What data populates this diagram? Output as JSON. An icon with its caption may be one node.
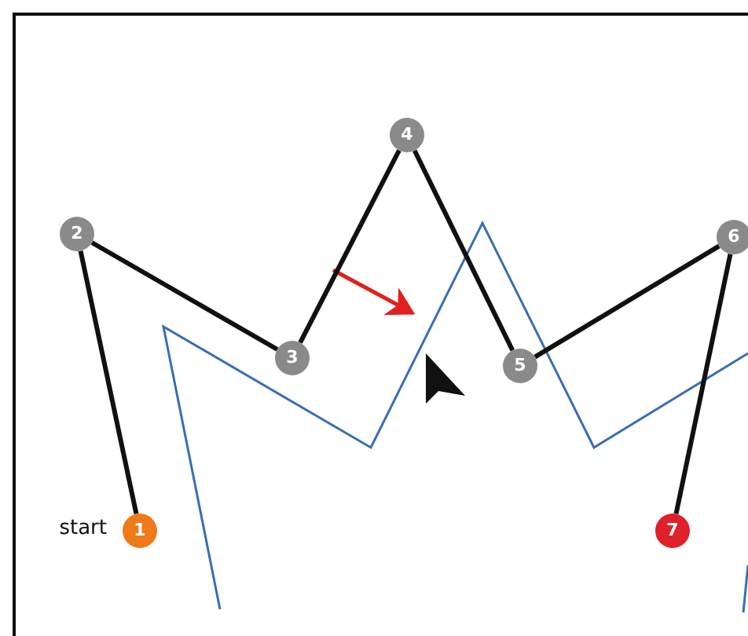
{
  "diagram": {
    "nodes": [
      {
        "text": [
          "1"
        ],
        "beside": [
          "start"
        ]
      },
      {
        "text": [
          "2"
        ]
      },
      {
        "text": [
          "3"
        ]
      },
      {
        "text": [
          "4"
        ]
      },
      {
        "text": [
          "5"
        ]
      },
      {
        "text": [
          "6"
        ]
      },
      {
        "text": [
          "7"
        ]
      }
    ],
    "edges": [
      {
        "from": 0,
        "to": 1,
        "arrow": "none"
      },
      {
        "from": 1,
        "to": 2,
        "arrow": "none"
      },
      {
        "from": 2,
        "to": 3,
        "arrow": "none"
      },
      {
        "from": 3,
        "to": 4,
        "arrow": "none"
      },
      {
        "from": 4,
        "to": 5,
        "arrow": "none"
      },
      {
        "from": 5,
        "to": 6,
        "arrow": "none"
      }
    ]
  }
}
